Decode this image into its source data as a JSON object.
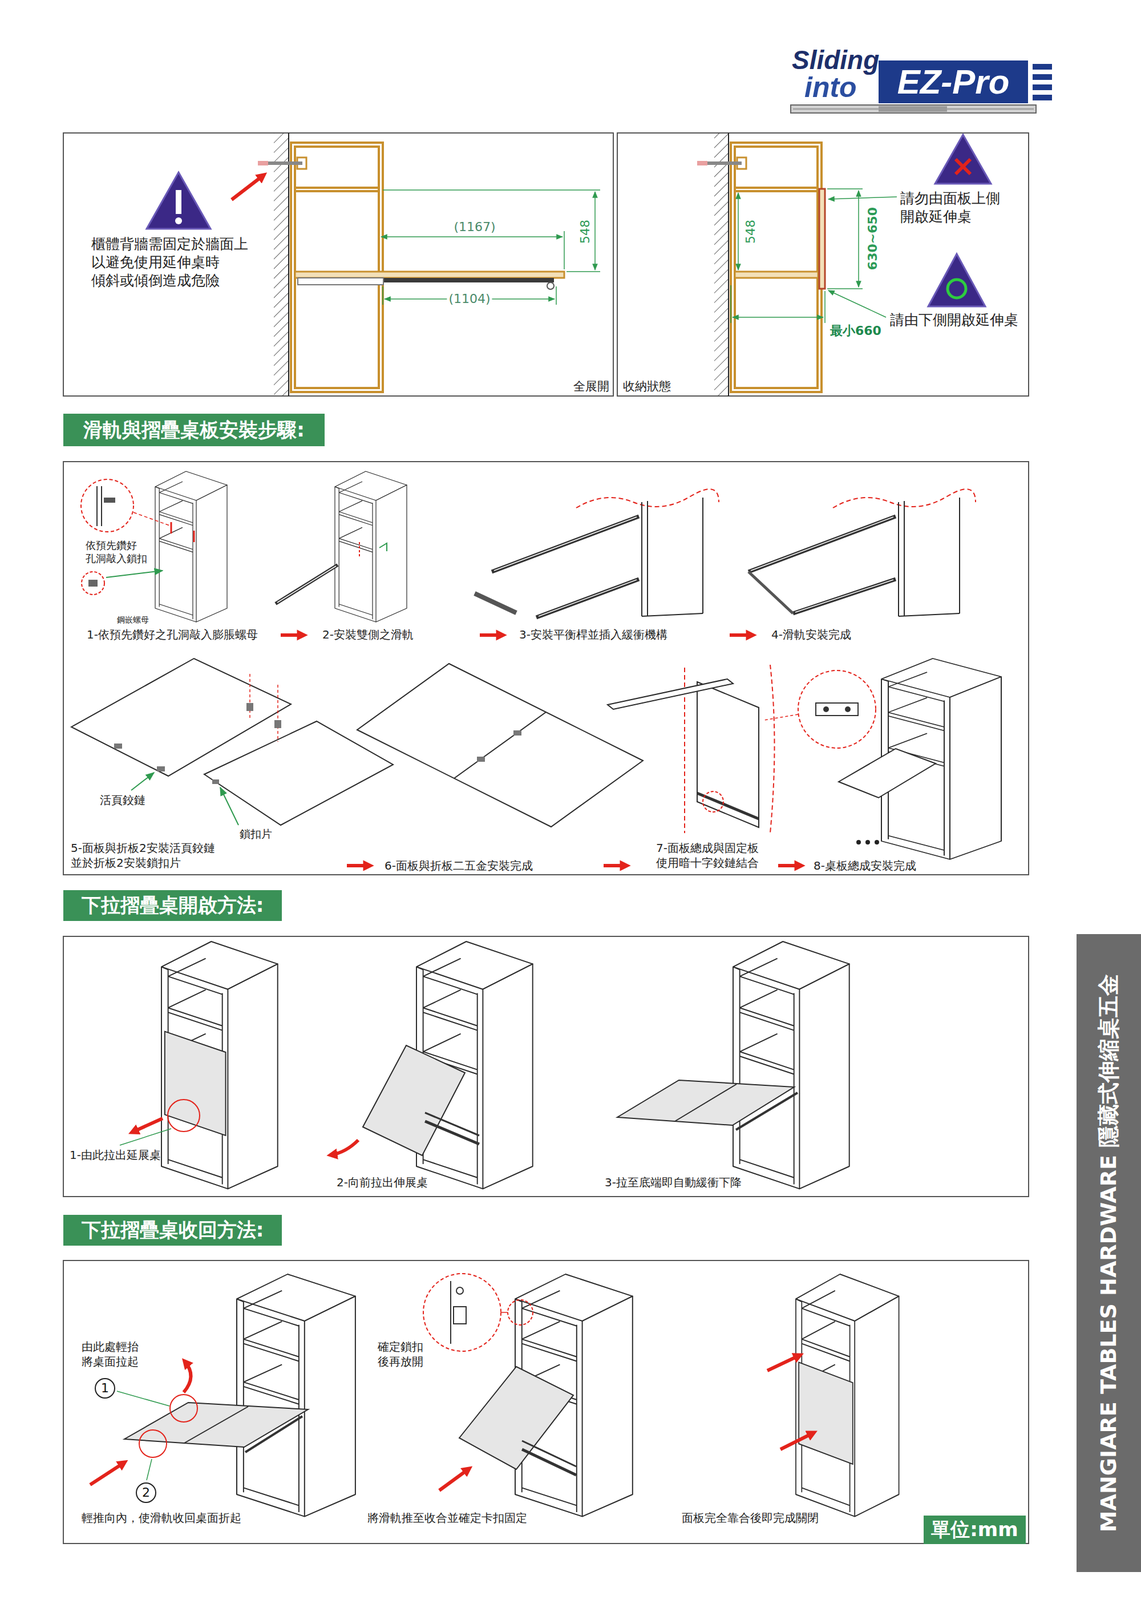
{
  "diagram": {
    "nodes": [
      {
        "text": [
          "EZ-Pro"
        ]
      },
      {
        "text": [
          "滑軌與摺疊桌板安裝步驟:"
        ]
      },
      {
        "text": [
          "下拉摺疊桌開啟方法:"
        ]
      },
      {
        "text": [
          "MANGIARE TABLES HARDWARE 隱藏式伸縮桌五金"
        ]
      },
      {
        "text": [
          "下拉摺疊桌收回方法:"
        ]
      },
      {
        "text": [
          "1"
        ]
      },
      {
        "text": [
          "2"
        ]
      },
      {
        "text": [
          "單位:mm"
        ]
      }
    ],
    "labels": [
      "Sliding",
      "into",
      "櫃體背牆需固定於牆面上 以避免使用延伸桌時 傾斜或傾倒造成危險",
      "(1167)",
      "548",
      "(1104)",
      "全展開",
      "收納狀態",
      "548",
      "630~650",
      "請勿由面板上側 開啟延伸桌",
      "請由下側開啟延伸桌",
      "最小660",
      "依預先鑽好 孔洞敲入鎖扣",
      "鋼嵌螺母",
      "1-依預先鑽好之孔洞敲入膨脹螺母",
      "2-安裝雙側之滑軌",
      "3-安裝平衡桿並插入緩衝機構",
      "4-滑軌安裝完成",
      "活頁鉸鏈",
      "鎖扣片",
      "5-面板與折板2安裝活頁鉸鏈 並於折板2安裝鎖扣片",
      "6-面板與折板二五金安裝完成",
      "7-面板總成與固定板 使用暗十字鉸鏈結合",
      "8-桌板總成安裝完成",
      "1-由此拉出延展桌",
      "2-向前拉出伸展桌",
      "3-拉至底端即自動緩衝下降",
      "由此處輕抬 將桌面拉起",
      "輕推向內，使滑軌收回桌面折起",
      "確定鎖扣 後再放開",
      "將滑軌推至收合並確定卡扣固定",
      "面板完全靠合後即完成關閉"
    ]
  }
}
